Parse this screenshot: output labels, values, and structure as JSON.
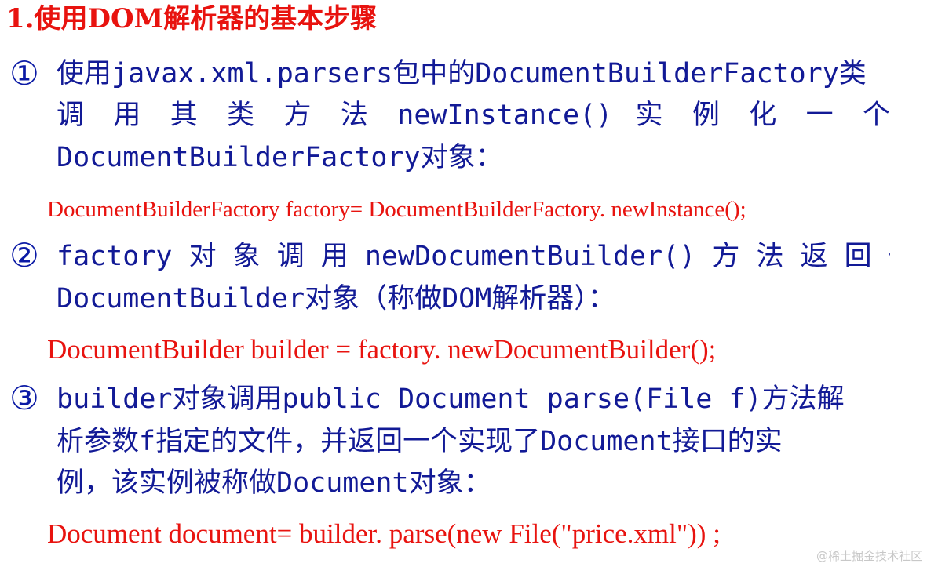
{
  "slide": {
    "title": "1.使用DOM解析器的基本步骤",
    "steps": [
      {
        "number": "①",
        "lines": [
          "使用javax.xml.parsers包中的DocumentBuilderFactory类",
          "调 用 其 类 方 法 newInstance() 实 例 化 一 个",
          "DocumentBuilderFactory对象："
        ],
        "code": "DocumentBuilderFactory  factory= DocumentBuilderFactory. newInstance();"
      },
      {
        "number": "②",
        "lines": [
          "factory 对 象 调 用 newDocumentBuilder() 方 法 返 回 一 个",
          "DocumentBuilder对象（称做DOM解析器）："
        ],
        "code": "DocumentBuilder  builder =  factory. newDocumentBuilder();"
      },
      {
        "number": "③",
        "lines": [
          "builder对象调用public Document parse(File f)方法解",
          "析参数f指定的文件，并返回一个实现了Document接口的实",
          "例，该实例被称做Document对象："
        ],
        "code": "Document  document= builder. parse(new File(\"price.xml\")) ;"
      }
    ],
    "watermark": "@稀土掘金技术社区"
  },
  "colors": {
    "title": "#e8130f",
    "body_text": "#121a96",
    "code_text": "#e8130f",
    "watermark": "#c8c8c8",
    "background": "#ffffff"
  }
}
